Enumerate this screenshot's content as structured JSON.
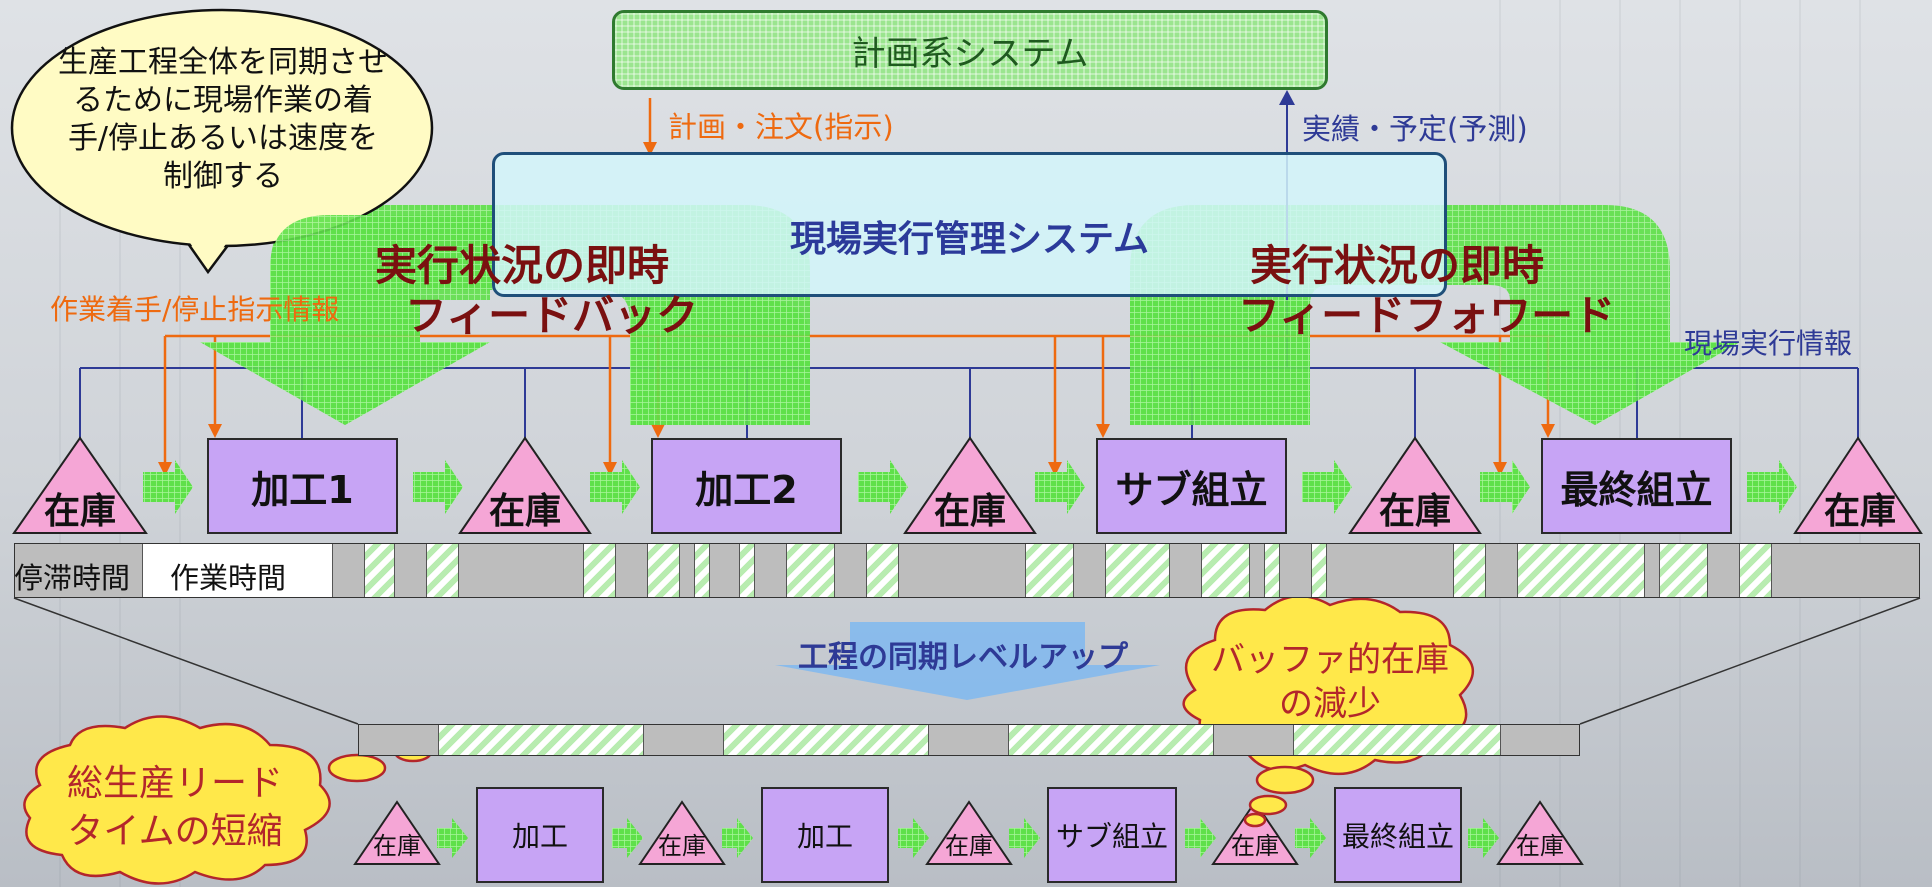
{
  "top_system": "計画系システム",
  "mes_system": "現場実行管理システム",
  "plan_order_label": "計画・注文(指示)",
  "actual_forecast_label": "実績・予定(予測)",
  "callout_sync": "生産工程全体を同期させるために現場作業の着手/停止あるいは速度を制御する",
  "start_stop_info": "作業着手/停止指示情報",
  "feedback_line1": "実行状況の即時",
  "feedback_line2": "フィードバック",
  "feedforward_line1": "実行状況の即時",
  "feedforward_line2": "フィードフォワード",
  "site_exec_info": "現場実行情報",
  "upper_flow": [
    "在庫",
    "加工1",
    "在庫",
    "加工2",
    "在庫",
    "サブ組立",
    "在庫",
    "最終組立",
    "在庫"
  ],
  "timeline_stagnation": "停滞時間",
  "timeline_work": "作業時間",
  "sync_levelup": "工程の同期レベルアップ",
  "buffer_reduction": "バッファ的在庫の減少",
  "lead_time_reduction": "総生産リードタイムの短縮",
  "lower_flow": [
    "在庫",
    "加工",
    "在庫",
    "加工",
    "在庫",
    "サブ組立",
    "在庫",
    "最終組立",
    "在庫"
  ],
  "colors": {
    "process": "#c7a4f5",
    "inventory": "#f5a6d6",
    "arrow_green": "#6fe35a",
    "orange": "#ee6a10",
    "navy": "#2e3a96",
    "cloud": "#ffe84a"
  }
}
